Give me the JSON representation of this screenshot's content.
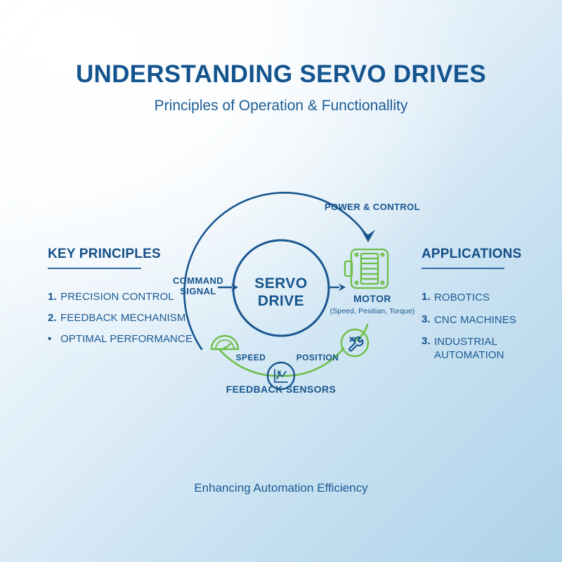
{
  "header": {
    "title": "UNDERSTANDING SERVO DRIVES",
    "subtitle": "Principles of Operation & Functionallity"
  },
  "left_column": {
    "heading": "KEY PRINCIPLES",
    "items": [
      {
        "marker": "1.",
        "label": "PRECISION CONTROL"
      },
      {
        "marker": "2.",
        "label": "FEEDBACK MECHANISM"
      },
      {
        "marker": "•",
        "label": "OPTIMAL PERFORMANCE"
      }
    ]
  },
  "right_column": {
    "heading": "APPLICATIONS",
    "items": [
      {
        "marker": "1.",
        "label": "ROBOTICS"
      },
      {
        "marker": "3.",
        "label": "CNC MACHINES"
      },
      {
        "marker": "3.",
        "label": "INDUSTRIAL AUTOMATION"
      }
    ]
  },
  "diagram": {
    "power_control_label": "POWER & CONTROL",
    "command_signal_label": "COMMAND SIGNAL",
    "servo_drive_label": "SERVO DRIVE",
    "motor_label": "MOTOR",
    "motor_sublabel": "(Speed, Pesitian, Torque)",
    "speed_label": "SPEED",
    "position_label": "POSITION",
    "feedback_sensors_label": "FEEDBACK SENSORS",
    "icons": {
      "motor": "motor-icon",
      "gauge": "speed-gauge-icon",
      "tools": "wrench-tools-icon",
      "chart": "feedback-chart-icon"
    }
  },
  "footer": {
    "tagline": "Enhancing Automation Efficiency"
  },
  "colors": {
    "brand_blue": "#14548f",
    "mid_blue": "#1c5a92",
    "accent_green": "#6dbe45",
    "background_light": "#ffffff",
    "background_blue": "#aed3e9"
  }
}
